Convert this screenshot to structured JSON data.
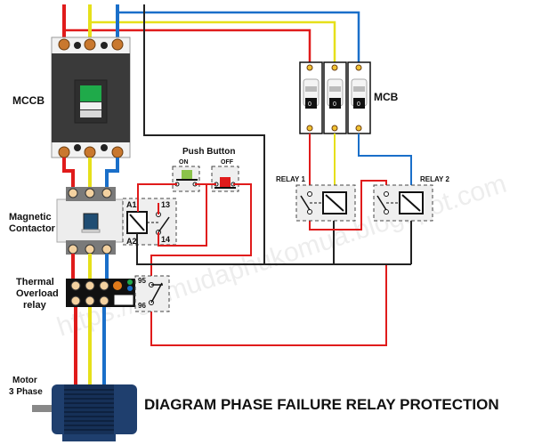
{
  "title": "DIAGRAM PHASE FAILURE RELAY PROTECTION",
  "watermark": "https://gilimudaphukomua.blogspot.com",
  "components": {
    "mccb": {
      "label": "MCCB"
    },
    "mcb": {
      "label": "MCB",
      "pole_indicators": [
        "0",
        "0",
        "0"
      ]
    },
    "push_button": {
      "label": "Push Button",
      "on_label": "ON",
      "off_label": "OFF"
    },
    "relay1": {
      "label": "RELAY 1"
    },
    "relay2": {
      "label": "RELAY 2"
    },
    "contactor": {
      "label_line1": "Magnetic",
      "label_line2": "Contactor",
      "coil_a1": "A1",
      "coil_a2": "A2",
      "aux_13": "13",
      "aux_14": "14"
    },
    "overload": {
      "label_line1": "Thermal",
      "label_line2": "Overload",
      "label_line3": "relay",
      "contact_95": "95",
      "contact_96": "96"
    },
    "motor": {
      "label_line1": "Motor",
      "label_line2": "3 Phase"
    }
  },
  "wire_colors": {
    "L1": "#e01b1b",
    "L2": "#e6e01a",
    "L3": "#1a6fc9",
    "neutral": "#222222",
    "control": "#e01b1b"
  }
}
